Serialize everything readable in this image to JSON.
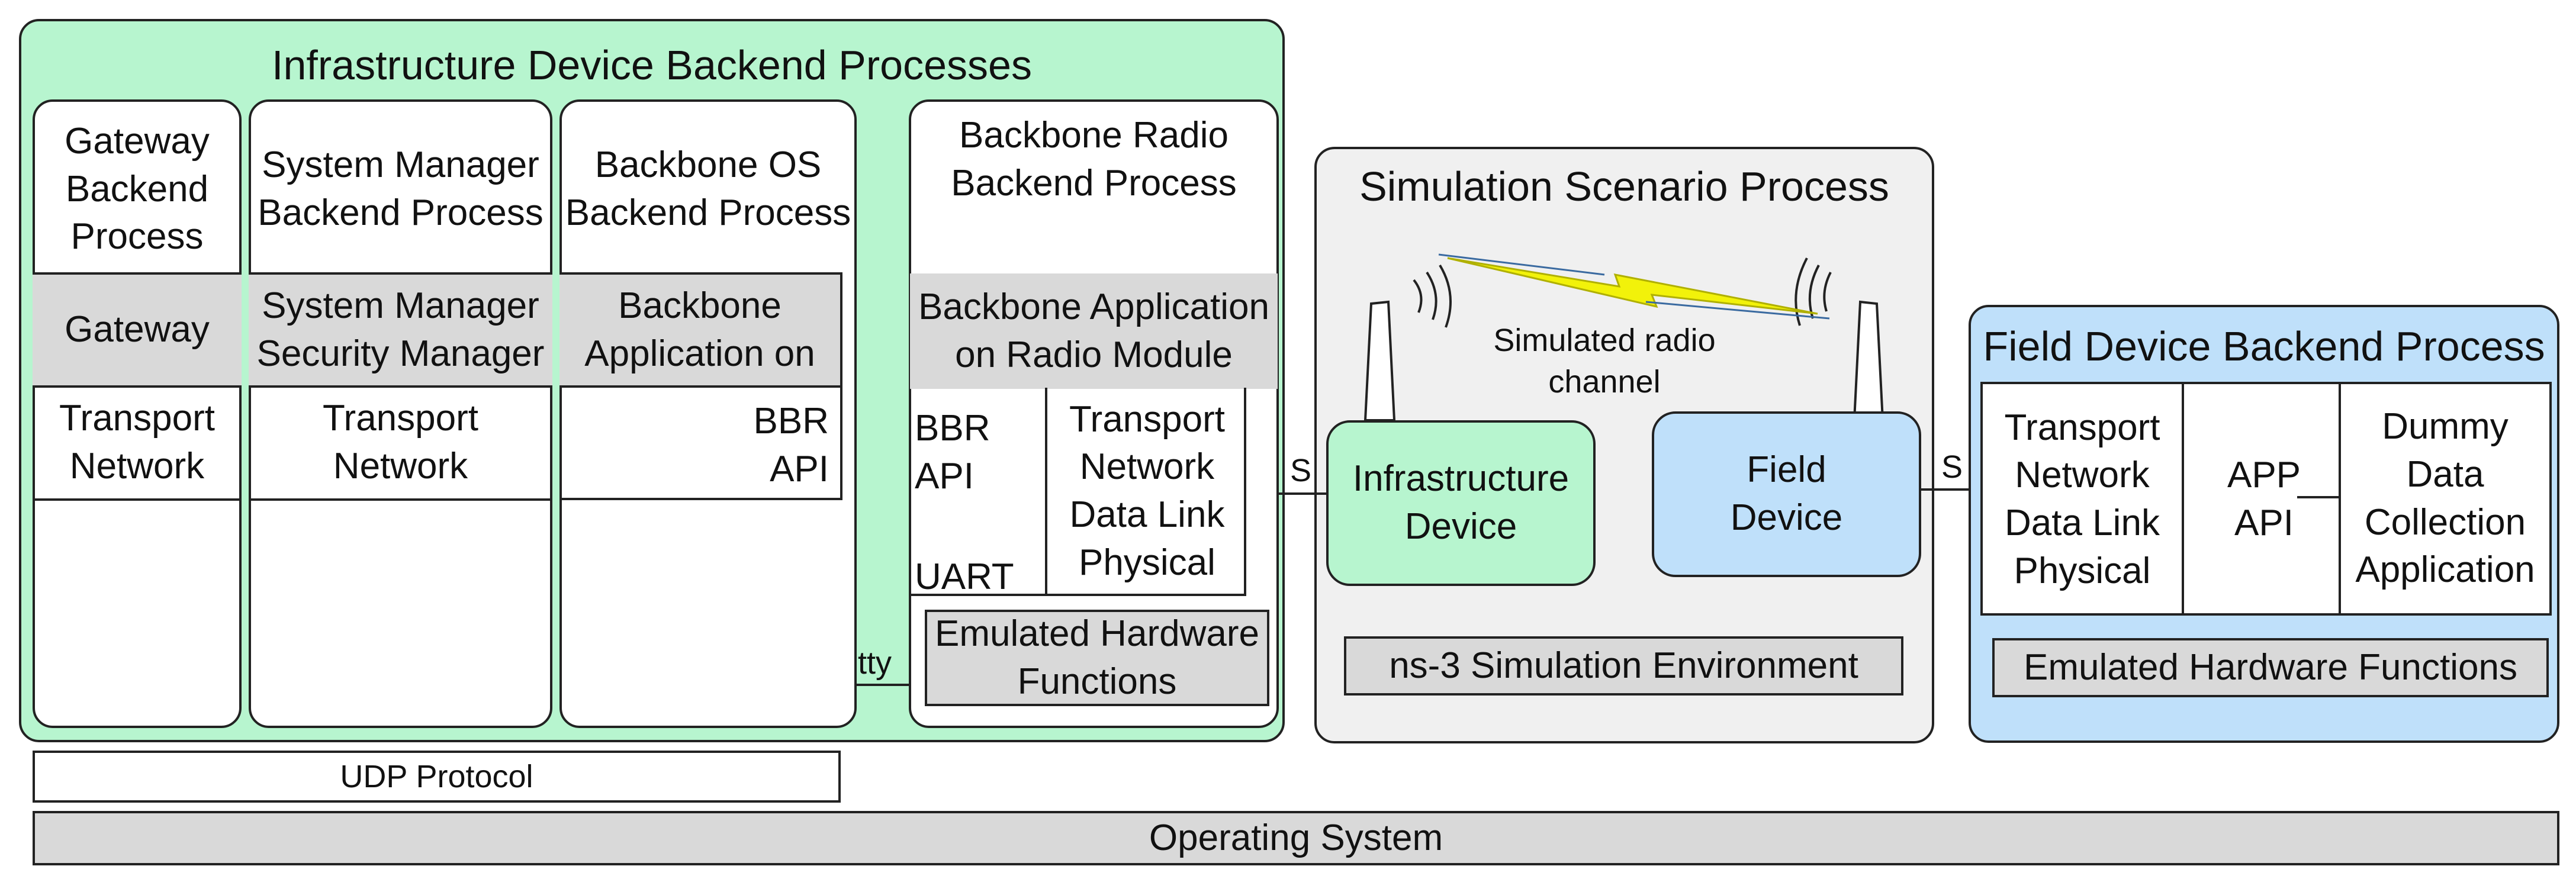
{
  "colors": {
    "infrastructure_green": "#b7f5cf",
    "field_blue": "#bfe0fa",
    "simulation_gray": "#f0f0f0",
    "module_gray": "#d9d9d9",
    "lightning_yellow": "#f2f20a"
  },
  "infra": {
    "title": "Infrastructure Device Backend Processes",
    "gateway": {
      "header": "Gateway\nBackend\nProcess",
      "module": "Gateway",
      "stack": "Transport\nNetwork"
    },
    "system_manager": {
      "header": "System Manager\nBackend Process",
      "module": "System Manager\nSecurity Manager",
      "stack": "Transport\nNetwork"
    },
    "backbone_os": {
      "header": "Backbone OS\nBackend Process",
      "module": "Backbone\nApplication on",
      "api": "BBR\nAPI"
    },
    "backbone_radio": {
      "header": "Backbone Radio\nBackend Process",
      "module": "Backbone Application\non Radio Module",
      "api": "BBR\nAPI",
      "uart": "UART",
      "stack": "Transport\nNetwork\nData Link\nPhysical",
      "emulated": "Emulated Hardware\nFunctions"
    },
    "tty": "tty"
  },
  "simulation": {
    "title": "Simulation Scenario Process",
    "channel": "Simulated radio\nchannel",
    "infrastructure_device": "Infrastructure\nDevice",
    "field_device": "Field\nDevice",
    "environment": "ns-3 Simulation Environment"
  },
  "socket_left": "S",
  "socket_right": "S",
  "field": {
    "title": "Field Device Backend Process",
    "stack": "Transport\nNetwork\nData Link\nPhysical",
    "api": "APP\nAPI",
    "app": "Dummy\nData\nCollection\nApplication",
    "emulated": "Emulated Hardware Functions"
  },
  "udp": "UDP Protocol",
  "os": "Operating System"
}
